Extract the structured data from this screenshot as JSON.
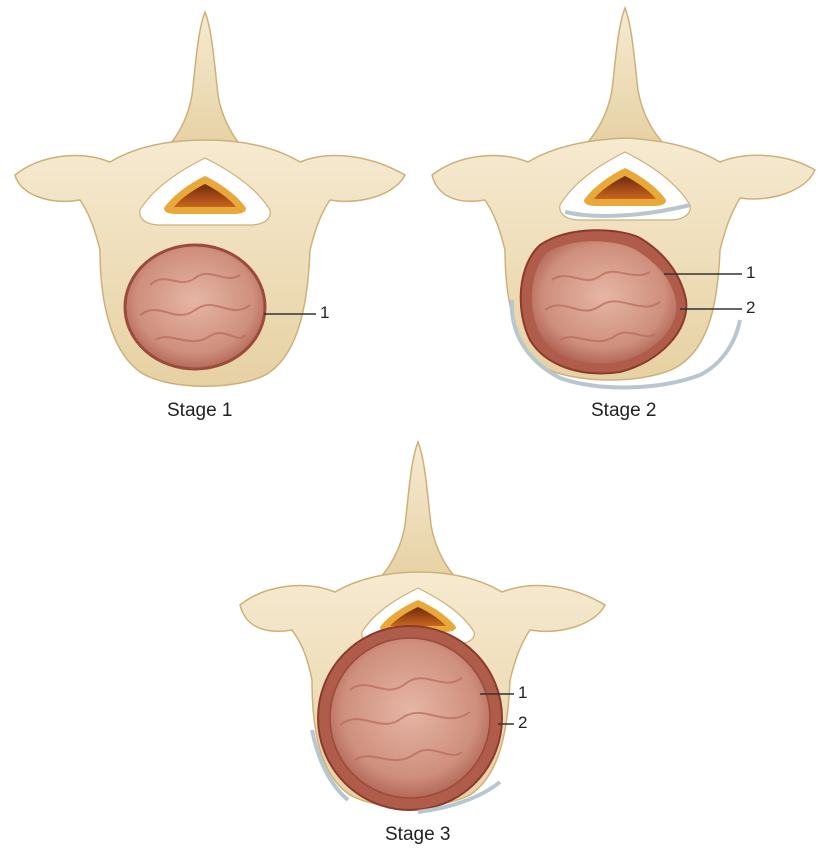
{
  "stages": [
    {
      "label": "Stage 1",
      "callouts": [
        "1"
      ]
    },
    {
      "label": "Stage 2",
      "callouts": [
        "1",
        "2"
      ]
    },
    {
      "label": "Stage 3",
      "callouts": [
        "1",
        "2"
      ]
    }
  ],
  "colors": {
    "bone": "#f0e0b8",
    "bone_shadow": "#d9c393",
    "canal_outer": "#e9a93a",
    "canal_inner": "#8a3a14",
    "tumor": "#c98a7a",
    "tumor_rim": "#8c3a2c",
    "capsule": "#a5473a",
    "periosteum": "#b8c6d0"
  }
}
